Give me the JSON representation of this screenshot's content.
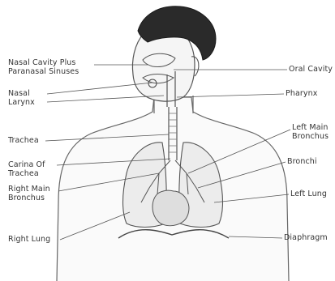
{
  "diagram": {
    "colors": {
      "outline": "#555555",
      "hair": "#2a2a2a",
      "label": "#333333",
      "shading": "#d9d9d9"
    },
    "labels": {
      "nasal_cavity": [
        "Nasal Cavity Plus",
        "Paranasal Sinuses"
      ],
      "nasal": "Nasal",
      "larynx": "Larynx",
      "trachea": "Trachea",
      "carina": [
        "Carina Of",
        "Trachea"
      ],
      "right_main_bronchus": [
        "Right Main",
        "Bronchus"
      ],
      "right_lung": "Right Lung",
      "oral_cavity": "Oral Cavity",
      "pharynx": "Pharynx",
      "left_main_bronchus": [
        "Left Main",
        "Bronchus"
      ],
      "bronchi": "Bronchi",
      "left_lung": "Left Lung",
      "diaphragm": "Diaphragm"
    }
  }
}
